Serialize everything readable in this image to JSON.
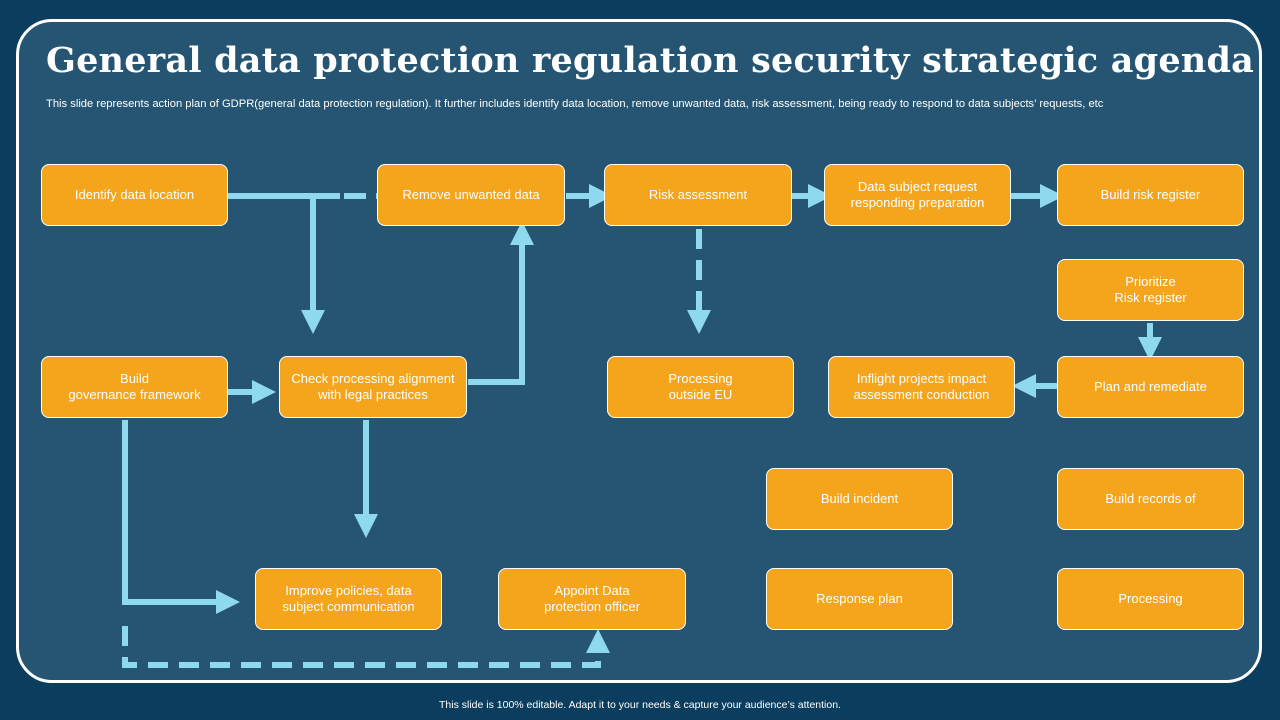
{
  "slide": {
    "title": "General data protection regulation security strategic agenda",
    "subtitle": "This slide represents action plan of GDPR(general data protection regulation). It further includes identify data location, remove unwanted data, risk assessment, being ready to respond to data subjects’ requests, etc",
    "footer": "This slide is 100% editable.  Adapt it to your needs & capture your audience’s attention."
  },
  "colors": {
    "background": "#0b3d5e",
    "panel": "#255572",
    "box_fill": "#f4a51b",
    "arrow": "#8ed8f0"
  },
  "nodes": {
    "identify_data_location": "Identify data location",
    "remove_unwanted_data": "Remove  unwanted  data",
    "risk_assessment": "Risk assessment",
    "data_subject_request": "Data subject request\nresponding preparation",
    "build_risk_register": "Build risk register",
    "prioritize_risk_register": "Prioritize\nRisk  register",
    "build_governance_framework": "Build\ngovernance  framework",
    "check_processing_alignment": "Check processing alignment\nwith legal practices",
    "processing_outside_eu": "Processing\noutside EU",
    "inflight_projects": "Inflight  projects impact\nassessment conduction",
    "plan_and_remediate": "Plan and remediate",
    "build_incident": "Build incident",
    "build_records_of": "Build records of",
    "improve_policies": "Improve  policies, data\nsubject communication",
    "appoint_dpo": "Appoint Data\nprotection officer",
    "response_plan": "Response plan",
    "processing": "Processing"
  }
}
